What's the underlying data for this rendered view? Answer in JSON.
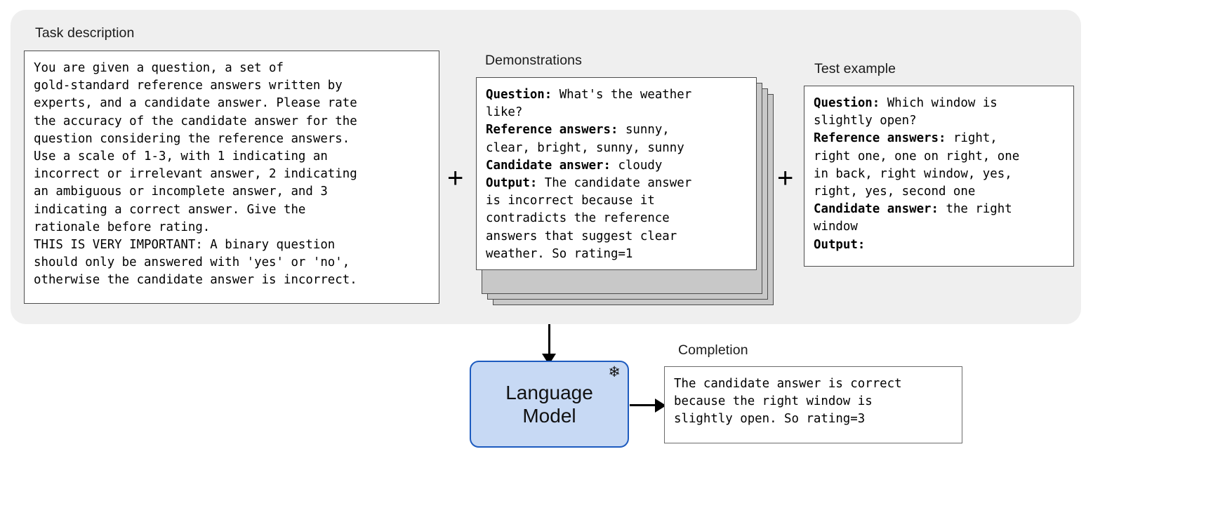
{
  "diagram": {
    "prompt_panel": {
      "task_description": {
        "label": "Task description",
        "text": "You are given a question, a set of\ngold-standard reference answers written by\nexperts, and a candidate answer. Please rate\nthe accuracy of the candidate answer for the\nquestion considering the reference answers.\nUse a scale of 1-3, with 1 indicating an\nincorrect or irrelevant answer, 2 indicating\nan ambiguous or incomplete answer, and 3\nindicating a correct answer. Give the\nrationale before rating.\nTHIS IS VERY IMPORTANT: A binary question\nshould only be answered with 'yes' or 'no',\notherwise the candidate answer is incorrect."
      },
      "plus_1": "+",
      "plus_2": "+",
      "demonstrations": {
        "label": "Demonstrations",
        "lines": [
          {
            "key": "Question:",
            "value": " What's the weather\nlike?"
          },
          {
            "key": "Reference answers:",
            "value": " sunny,\nclear, bright, sunny, sunny"
          },
          {
            "key": "Candidate answer:",
            "value": " cloudy"
          },
          {
            "key": "Output:",
            "value": " The candidate answer\nis incorrect because it\ncontradicts the reference\nanswers that suggest clear\nweather. So rating=1"
          }
        ],
        "stack_count": 4
      },
      "test_example": {
        "label": "Test example",
        "lines": [
          {
            "key": "Question:",
            "value": " Which window is\nslightly open?"
          },
          {
            "key": "Reference answers:",
            "value": " right,\nright one, one on right, one\nin back, right window, yes,\nright, yes, second one"
          },
          {
            "key": "Candidate answer:",
            "value": " the right\nwindow"
          },
          {
            "key": "Output:",
            "value": ""
          }
        ]
      }
    },
    "model": {
      "label": "Language\nModel",
      "frozen_icon": "❄",
      "fill_color": "#c7d9f4",
      "border_color": "#1d5bbf"
    },
    "completion": {
      "label": "Completion",
      "text": "The candidate answer is correct\nbecause the right window is\nslightly open. So rating=3"
    }
  }
}
